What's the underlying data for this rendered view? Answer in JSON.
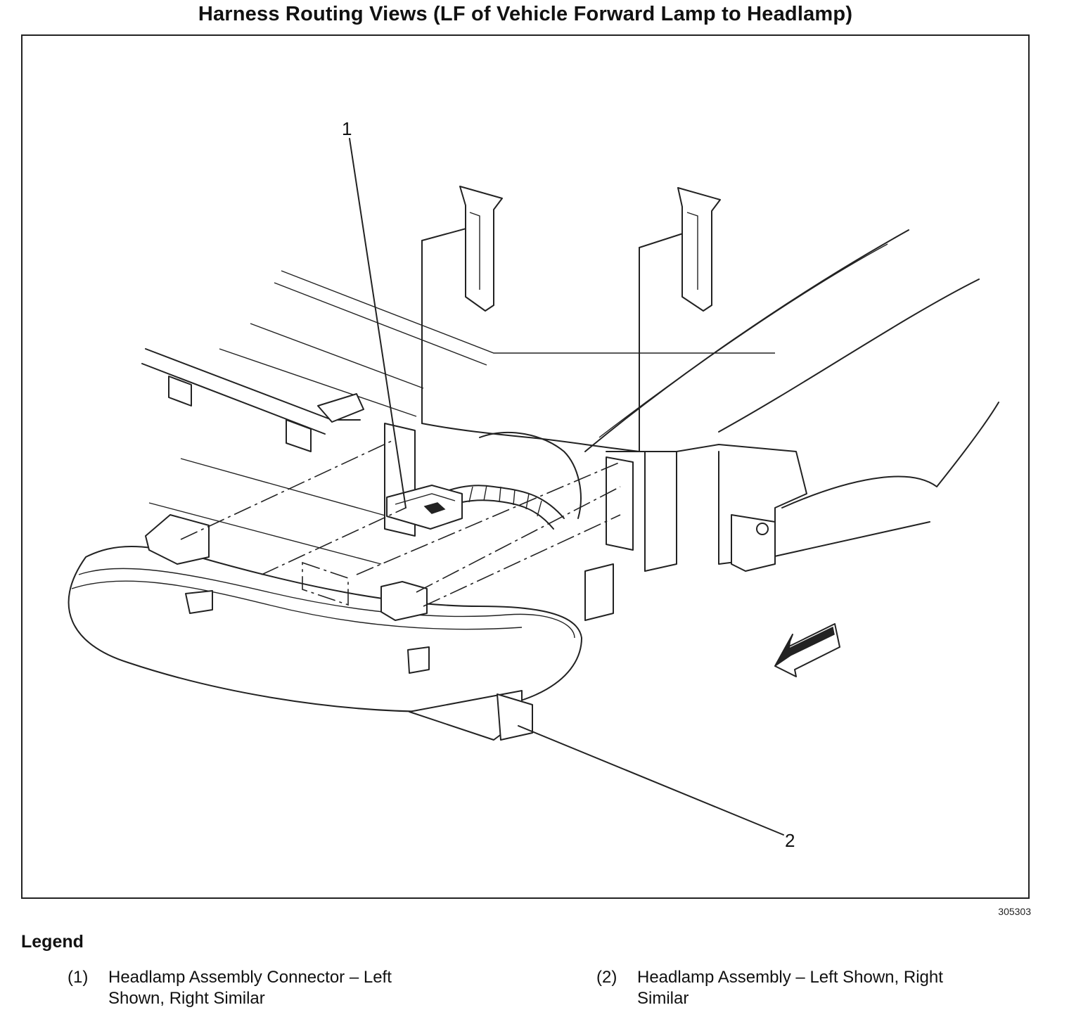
{
  "title": "Harness Routing Views (LF of Vehicle Forward Lamp to Headlamp)",
  "figure_id": "305303",
  "callouts": {
    "c1": "1",
    "c2": "2"
  },
  "legend": {
    "heading": "Legend",
    "items": [
      {
        "num": "(1)",
        "line1": "Headlamp Assembly Connector – Left",
        "line2": "Shown, Right Similar"
      },
      {
        "num": "(2)",
        "line1": "Headlamp Assembly – Left Shown, Right",
        "line2": "Similar"
      }
    ]
  }
}
